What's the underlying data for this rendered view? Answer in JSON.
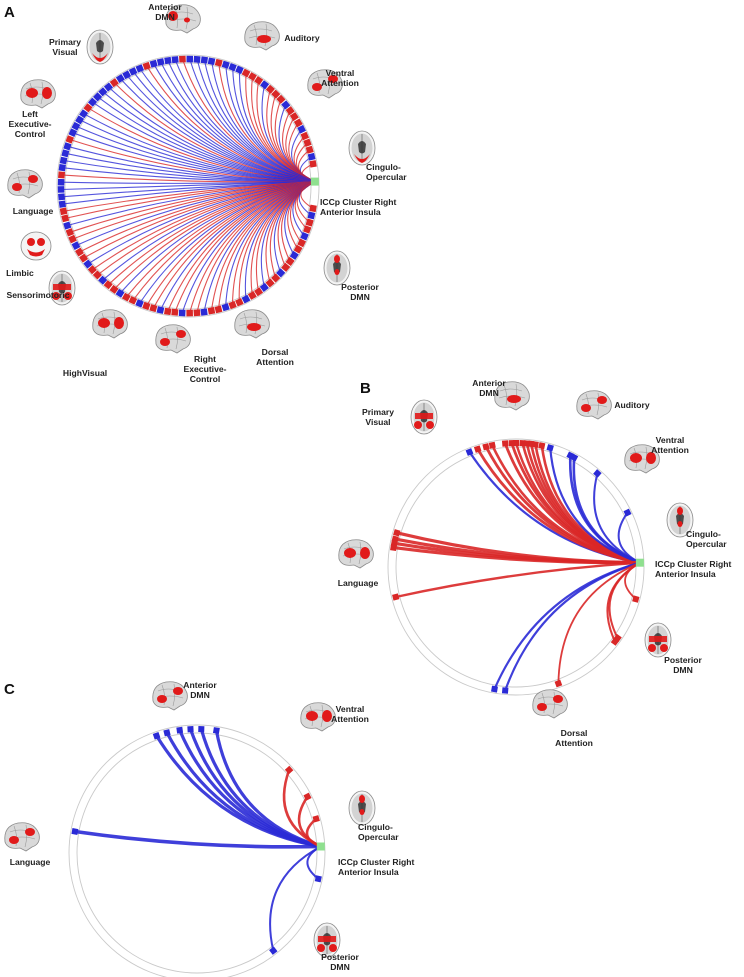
{
  "colors": {
    "positive": "#d92727",
    "negative": "#2a2ad6",
    "seed": "#8fe08f",
    "ring": "#c9c9c9",
    "brain_red": "#e11a1a",
    "brain_gray": "#b8b8b8"
  },
  "panels": [
    {
      "letter": "A",
      "seed_label": [
        "ICCp Cluster Right",
        "Anterior Insula"
      ],
      "networks": [
        {
          "label": [
            "Anterior",
            "DMN"
          ],
          "icon": "brain-lateral-icon"
        },
        {
          "label": [
            "Auditory"
          ],
          "icon": "brain-lateral-icon"
        },
        {
          "label": [
            "Ventral",
            "Attention"
          ],
          "icon": "brain-lateral-icon"
        },
        {
          "label": [
            "Cingulo-",
            "Opercular"
          ],
          "icon": "brain-axial-icon"
        },
        {
          "label": [
            "Posterior",
            "DMN"
          ],
          "icon": "brain-axial-icon"
        },
        {
          "label": [
            "Dorsal",
            "Attention"
          ],
          "icon": "brain-lateral-icon"
        },
        {
          "label": [
            "Right",
            "Executive-",
            "Control"
          ],
          "icon": "brain-lateral-icon"
        },
        {
          "label": [
            "HighVisual"
          ],
          "icon": "brain-lateral-icon"
        },
        {
          "label": [
            "Sensorimotoric"
          ],
          "icon": "brain-axial-icon"
        },
        {
          "label": [
            "Limbic"
          ],
          "icon": "brain-coronal-icon"
        },
        {
          "label": [
            "Language"
          ],
          "icon": "brain-lateral-icon"
        },
        {
          "label": [
            "Left",
            "Executive-",
            "Control"
          ],
          "icon": "brain-lateral-icon"
        },
        {
          "label": [
            "Primary",
            "Visual"
          ],
          "icon": "brain-axial-icon"
        }
      ]
    },
    {
      "letter": "B",
      "seed_label": [
        "ICCp Cluster Right",
        "Anterior Insula"
      ],
      "networks": [
        {
          "label": [
            "Anterior",
            "DMN"
          ],
          "icon": "brain-lateral-icon"
        },
        {
          "label": [
            "Auditory"
          ],
          "icon": "brain-lateral-icon"
        },
        {
          "label": [
            "Ventral",
            "Attention"
          ],
          "icon": "brain-lateral-icon"
        },
        {
          "label": [
            "Cingulo-",
            "Opercular"
          ],
          "icon": "brain-axial-icon"
        },
        {
          "label": [
            "Posterior",
            "DMN"
          ],
          "icon": "brain-axial-icon"
        },
        {
          "label": [
            "Dorsal",
            "Attention"
          ],
          "icon": "brain-lateral-icon"
        },
        {
          "label": [
            "Language"
          ],
          "icon": "brain-lateral-icon"
        },
        {
          "label": [
            "Primary",
            "Visual"
          ],
          "icon": "brain-axial-icon"
        }
      ]
    },
    {
      "letter": "C",
      "seed_label": [
        "ICCp Cluster Right",
        "Anterior Insula"
      ],
      "networks": [
        {
          "label": [
            "Anterior",
            "DMN"
          ],
          "icon": "brain-lateral-icon"
        },
        {
          "label": [
            "Ventral",
            "Attention"
          ],
          "icon": "brain-lateral-icon"
        },
        {
          "label": [
            "Cingulo-",
            "Opercular"
          ],
          "icon": "brain-axial-icon"
        },
        {
          "label": [
            "Posterior",
            "DMN"
          ],
          "icon": "brain-axial-icon"
        },
        {
          "label": [
            "Language"
          ],
          "icon": "brain-lateral-icon"
        }
      ]
    }
  ]
}
